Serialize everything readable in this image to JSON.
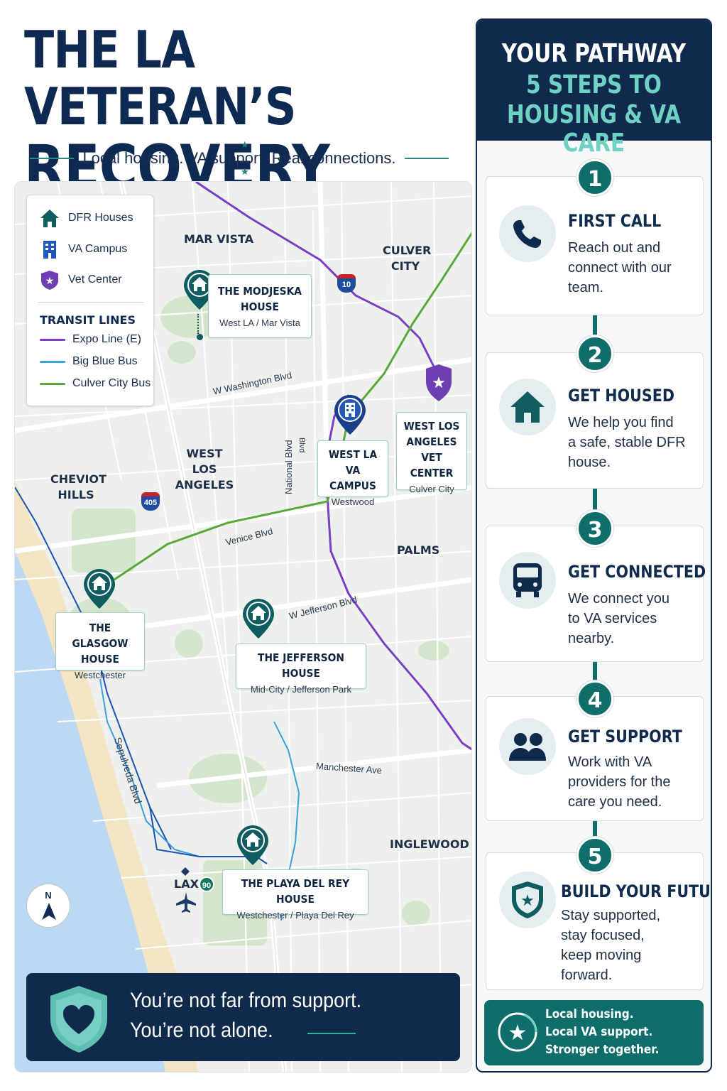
{
  "header": {
    "title_line1": "THE LA VETERAN’S",
    "title_line2": "RECOVERY MAP",
    "tagline": "Local housing. VA support. Real connections."
  },
  "legend": {
    "items": [
      {
        "label": "DFR Houses",
        "icon": "house-icon"
      },
      {
        "label": "VA Campus",
        "icon": "building-icon"
      },
      {
        "label": "Vet Center",
        "icon": "star-shield-icon"
      }
    ],
    "transit_heading": "TRANSIT LINES",
    "lines": [
      {
        "label": "Expo Line (E)",
        "color": "#7b3fc4"
      },
      {
        "label": "Big Blue Bus",
        "color": "#3aa0db"
      },
      {
        "label": "Culver City Bus",
        "color": "#5aa83a"
      }
    ]
  },
  "map": {
    "areas": {
      "mar_vista": "MAR VISTA",
      "culver_city_1": "CULVER",
      "culver_city_2": "CITY",
      "west_la_1": "WEST LOS",
      "west_la_2": "ANGELES",
      "cheviot_1": "CHEVIOT",
      "cheviot_2": "HILLS",
      "palms": "PALMS",
      "inglewood": "INGLEWOOD",
      "lax": "LAX"
    },
    "streets": {
      "washington": "W Washington Blvd",
      "national": "National Blvd",
      "national_short": "Blvd",
      "venice": "Venice Blvd",
      "jefferson": "W Jefferson Blvd",
      "sepulveda": "Sepulveda Blvd",
      "manchester": "Manchester Ave"
    },
    "shields": {
      "i10": "10",
      "i405": "405",
      "r90": "90"
    },
    "compass": "N",
    "locations": {
      "modjeska": {
        "name_1": "THE MODJESKA",
        "name_2": "HOUSE",
        "sub": "West LA / Mar Vista"
      },
      "va_campus": {
        "name_1": "WEST LA VA",
        "name_2": "CAMPUS",
        "sub": "Westwood"
      },
      "vet_center": {
        "name_1": "WEST LOS",
        "name_2": "ANGELES",
        "name_3": "VET CENTER",
        "sub": "Culver City"
      },
      "glasgow": {
        "name_1": "THE GLASGOW",
        "name_2": "HOUSE",
        "sub": "Westchester"
      },
      "jefferson": {
        "name_1": "THE JEFFERSON HOUSE",
        "sub": "Mid-City / Jefferson Park"
      },
      "playa": {
        "name_1": "THE PLAYA DEL REY HOUSE",
        "sub": "Westchester / Playa Del Rey"
      }
    }
  },
  "banner": {
    "line1": "You’re not far from support.",
    "line2": "You’re not alone."
  },
  "panel": {
    "heading1": "YOUR PATHWAY",
    "heading2": "5 STEPS TO",
    "heading3": "HOUSING & VA CARE",
    "steps": [
      {
        "num": "1",
        "title": "FIRST CALL",
        "lines": [
          "Reach out and",
          "connect with our",
          "team."
        ],
        "icon": "phone-icon"
      },
      {
        "num": "2",
        "title": "GET HOUSED",
        "lines": [
          "We help you find",
          "a safe, stable DFR",
          "house."
        ],
        "icon": "house-icon"
      },
      {
        "num": "3",
        "title": "GET CONNECTED",
        "lines": [
          "We connect you",
          "to VA services",
          "nearby."
        ],
        "icon": "bus-icon"
      },
      {
        "num": "4",
        "title": "GET SUPPORT",
        "lines": [
          "Work with VA",
          "providers for the",
          "care you need."
        ],
        "icon": "people-icon"
      },
      {
        "num": "5",
        "title": "BUILD YOUR FUTURE",
        "lines": [
          "Stay supported,",
          "stay focused,",
          "keep moving",
          "forward."
        ],
        "icon": "shield-star-icon"
      }
    ],
    "footer": [
      "Local housing.",
      "Local VA support.",
      "Stronger together."
    ]
  },
  "colors": {
    "navy": "#0f2a4c",
    "teal": "#0f6e6c",
    "expo": "#7b3fc4",
    "big_blue_bus": "#3aa0db",
    "culver_bus": "#5aa83a",
    "ocean": "#bcd8f2",
    "beach": "#f3e4c3"
  }
}
